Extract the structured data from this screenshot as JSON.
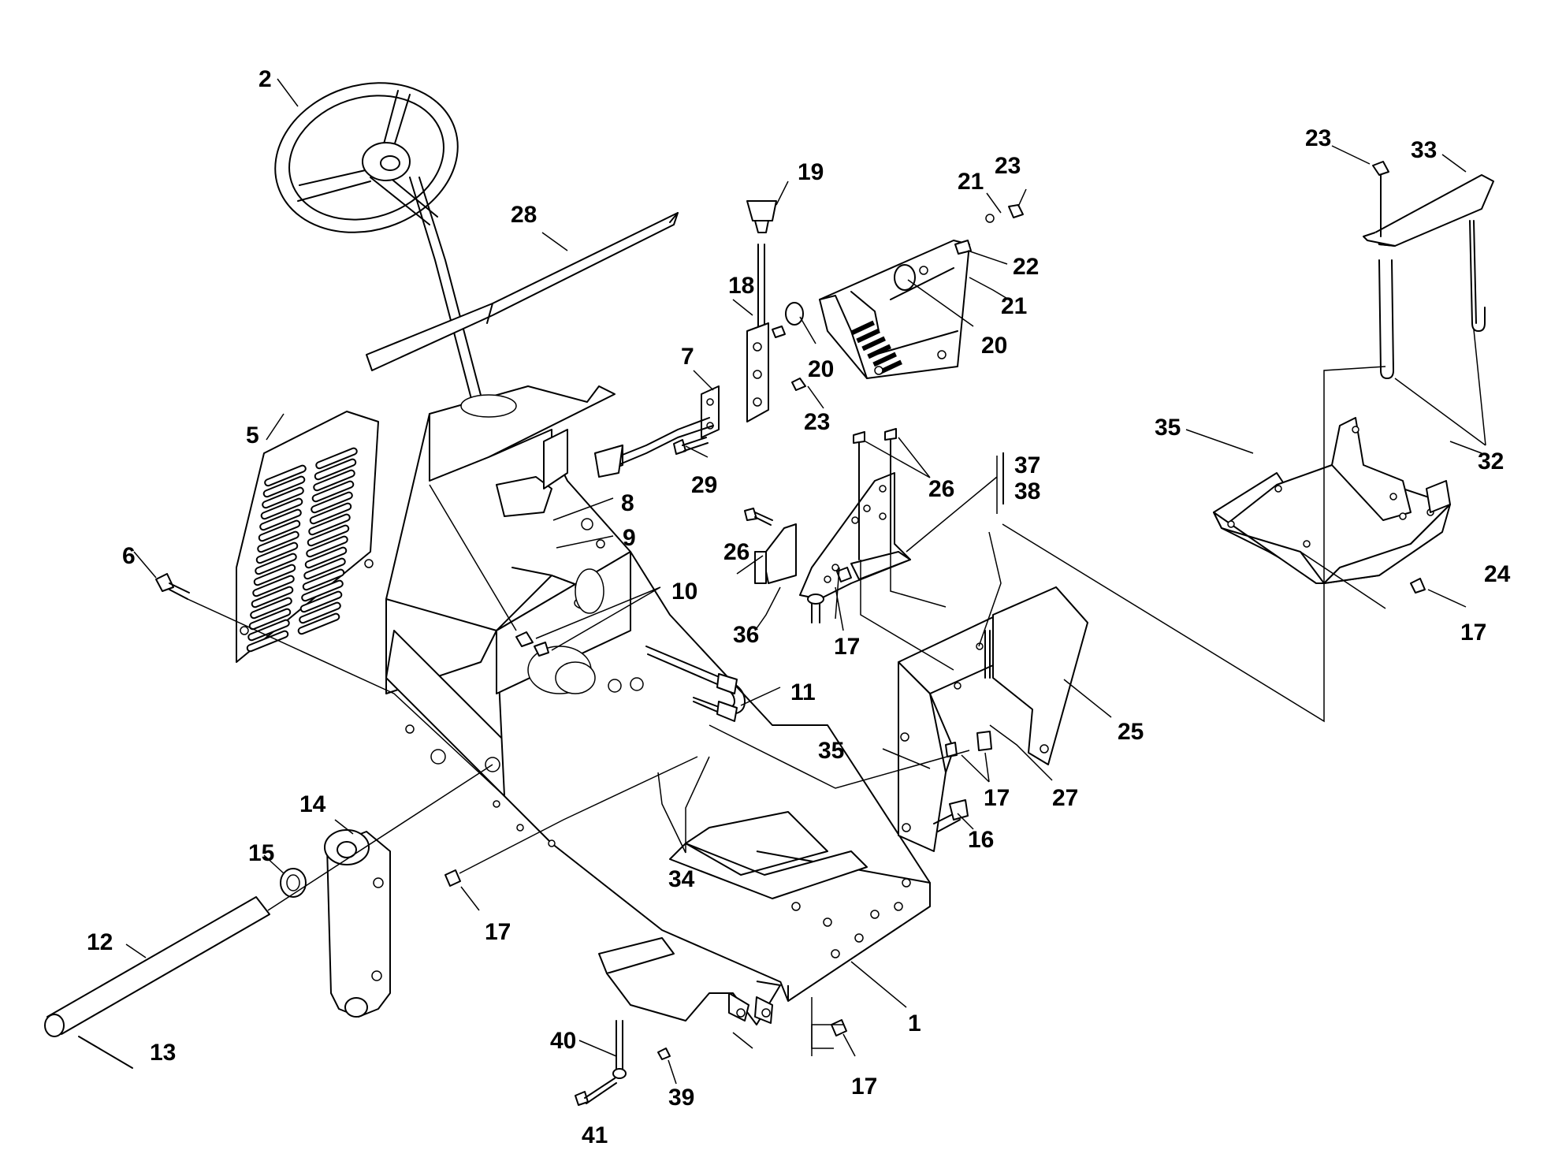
{
  "diagram": {
    "callouts": [
      {
        "id": "c2",
        "text": "2"
      },
      {
        "id": "c28",
        "text": "28"
      },
      {
        "id": "c19",
        "text": "19"
      },
      {
        "id": "c18",
        "text": "18"
      },
      {
        "id": "c7",
        "text": "7"
      },
      {
        "id": "c21a",
        "text": "21"
      },
      {
        "id": "c23a",
        "text": "23"
      },
      {
        "id": "c22",
        "text": "22"
      },
      {
        "id": "c21b",
        "text": "21"
      },
      {
        "id": "c20a",
        "text": "20"
      },
      {
        "id": "c20b",
        "text": "20"
      },
      {
        "id": "c23b",
        "text": "23"
      },
      {
        "id": "c29",
        "text": "29"
      },
      {
        "id": "c26a",
        "text": "26"
      },
      {
        "id": "c37",
        "text": "37"
      },
      {
        "id": "c38",
        "text": "38"
      },
      {
        "id": "c5",
        "text": "5"
      },
      {
        "id": "c8",
        "text": "8"
      },
      {
        "id": "c9",
        "text": "9"
      },
      {
        "id": "c6",
        "text": "6"
      },
      {
        "id": "c10",
        "text": "10"
      },
      {
        "id": "c26b",
        "text": "26"
      },
      {
        "id": "c36",
        "text": "36"
      },
      {
        "id": "c17a",
        "text": "17"
      },
      {
        "id": "c11",
        "text": "11"
      },
      {
        "id": "c25",
        "text": "25"
      },
      {
        "id": "c35a",
        "text": "35"
      },
      {
        "id": "c17b",
        "text": "17"
      },
      {
        "id": "c27",
        "text": "27"
      },
      {
        "id": "c16",
        "text": "16"
      },
      {
        "id": "c14",
        "text": "14"
      },
      {
        "id": "c15",
        "text": "15"
      },
      {
        "id": "c34",
        "text": "34"
      },
      {
        "id": "c17c",
        "text": "17"
      },
      {
        "id": "c12",
        "text": "12"
      },
      {
        "id": "c13",
        "text": "13"
      },
      {
        "id": "c1",
        "text": "1"
      },
      {
        "id": "c40",
        "text": "40"
      },
      {
        "id": "c39",
        "text": "39"
      },
      {
        "id": "c17d",
        "text": "17"
      },
      {
        "id": "c41",
        "text": "41"
      },
      {
        "id": "c23c",
        "text": "23"
      },
      {
        "id": "c33",
        "text": "33"
      },
      {
        "id": "c35b",
        "text": "35"
      },
      {
        "id": "c32",
        "text": "32"
      },
      {
        "id": "c24",
        "text": "24"
      },
      {
        "id": "c17e",
        "text": "17"
      }
    ]
  }
}
